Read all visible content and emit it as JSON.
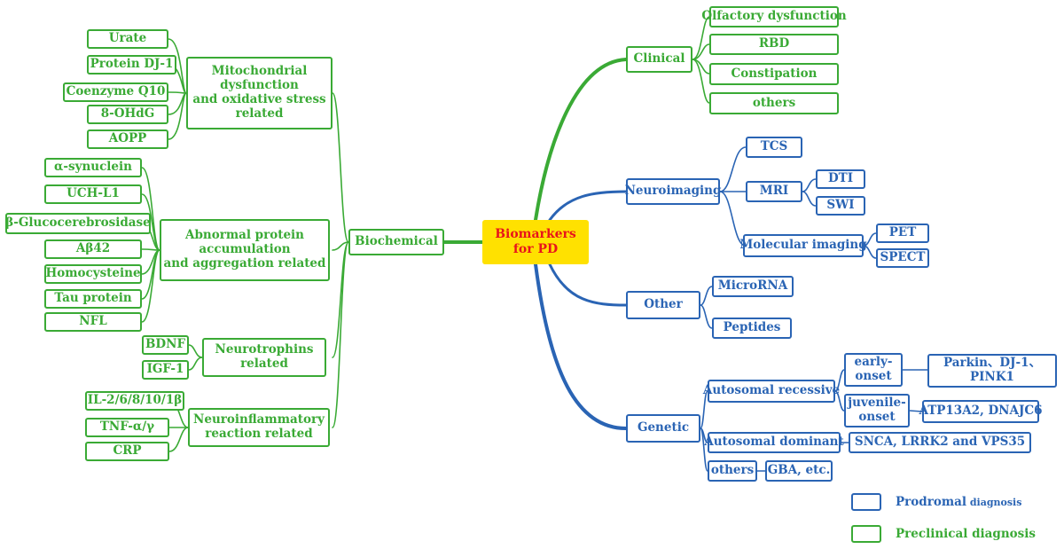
{
  "colors": {
    "preclinical": "#3aaa35",
    "prodromal": "#2a64b4",
    "center_fill": "#ffe100",
    "center_text": "#e8141b"
  },
  "center": {
    "label": "Biomarkers\nfor PD"
  },
  "left": {
    "biochemical": "Biochemical",
    "mito": {
      "label": "Mitochondrial\ndysfunction\nand oxidative stress\nrelated",
      "items": [
        "Urate",
        "Protein DJ-1",
        "Coenzyme Q10",
        "8-OHdG",
        "AOPP"
      ]
    },
    "protein": {
      "label": "Abnormal protein\naccumulation\nand aggregation related",
      "items": [
        "α-synuclein",
        "UCH-L1",
        "β-Glucocerebrosidase",
        "Aβ42",
        "Homocysteine",
        "Tau protein",
        "NFL"
      ]
    },
    "neurotrophins": {
      "label": "Neurotrophins\nrelated",
      "items": [
        "BDNF",
        "IGF-1"
      ]
    },
    "neuroinflammatory": {
      "label": "Neuroinflammatory\nreaction related",
      "items": [
        "IL-2/6/8/10/1β",
        "TNF-α/γ",
        "CRP"
      ]
    }
  },
  "right": {
    "clinical": {
      "label": "Clinical",
      "items": [
        "Olfactory dysfunction",
        "RBD",
        "Constipation",
        "others"
      ]
    },
    "neuroimaging": {
      "label": "Neuroimaging",
      "tcs": "TCS",
      "mri": "MRI",
      "dti": "DTI",
      "swi": "SWI",
      "molecular": "Molecular imaging",
      "pet": "PET",
      "spect": "SPECT"
    },
    "other": {
      "label": "Other",
      "items": [
        "MicroRNA",
        "Peptides"
      ]
    },
    "genetic": {
      "label": "Genetic",
      "recessive": "Autosomal recessive",
      "early": "early-\nonset",
      "early_genes": "Parkin、DJ-1、\nPINK1",
      "juvenile": "juvenile-\nonset",
      "juvenile_genes": "ATP13A2, DNAJC6",
      "dominant": "Autosomal dominant",
      "dominant_genes": "SNCA, LRRK2 and VPS35",
      "others": "others",
      "others_genes": "GBA, etc."
    }
  },
  "legend": {
    "prodromal_main": "Prodromal",
    "prodromal_sub": " diagnosis",
    "preclinical": "Preclinical diagnosis"
  }
}
